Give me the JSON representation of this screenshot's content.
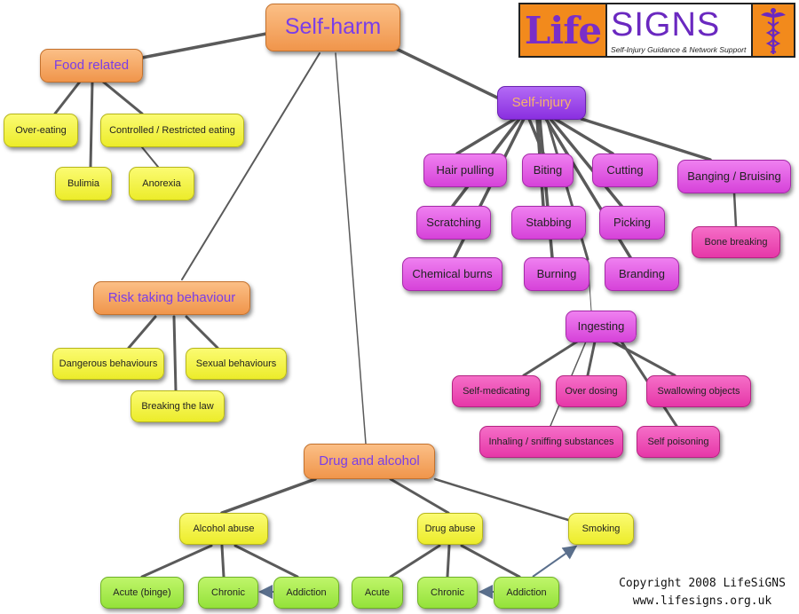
{
  "logo": {
    "life": "Life",
    "signs": "SIGNS",
    "tagline": "Self-Injury Guidance & Network Support",
    "emblem_icon": "caduceus-icon"
  },
  "nodes": {
    "self_harm": "Self-harm",
    "food_related": "Food related",
    "over_eating": "Over-eating",
    "controlled_eating": "Controlled / Restricted eating",
    "bulimia": "Bulimia",
    "anorexia": "Anorexia",
    "self_injury": "Self-injury",
    "hair_pulling": "Hair pulling",
    "biting": "Biting",
    "cutting": "Cutting",
    "banging": "Banging / Bruising",
    "scratching": "Scratching",
    "stabbing": "Stabbing",
    "picking": "Picking",
    "bone_breaking": "Bone breaking",
    "chemical_burns": "Chemical burns",
    "burning": "Burning",
    "branding": "Branding",
    "ingesting": "Ingesting",
    "self_medicating": "Self-medicating",
    "over_dosing": "Over dosing",
    "swallowing": "Swallowing objects",
    "inhaling": "Inhaling / sniffing substances",
    "self_poisoning": "Self poisoning",
    "risk_taking": "Risk taking behaviour",
    "dangerous": "Dangerous behaviours",
    "sexual": "Sexual behaviours",
    "breaking_law": "Breaking the law",
    "drug_alcohol": "Drug and alcohol",
    "alcohol_abuse": "Alcohol abuse",
    "drug_abuse": "Drug abuse",
    "smoking": "Smoking",
    "acute_binge": "Acute (binge)",
    "chronic_a": "Chronic",
    "addiction_a": "Addiction",
    "acute_d": "Acute",
    "chronic_d": "Chronic",
    "addiction_d": "Addiction"
  },
  "copyright": {
    "line1": "Copyright 2008 LifeSiGNS",
    "line2": "www.lifesigns.org.uk"
  },
  "colors": {
    "category": "#f0954b",
    "self_injury": "#8a2fe0",
    "method": "#d642d9",
    "sub_method": "#e637a8",
    "leaf_yellow": "#ecec2a",
    "leaf_green": "#94e23a",
    "connector": "#555555",
    "arrow": "#5a6f8c"
  }
}
